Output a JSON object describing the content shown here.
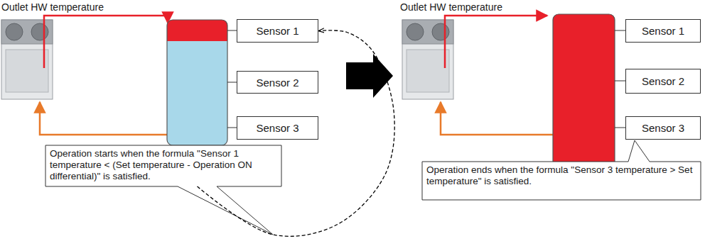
{
  "diagram": {
    "nodes": [
      {
        "text": [
          "Sensor 1"
        ]
      },
      {
        "text": [
          "Sensor 2"
        ]
      },
      {
        "text": [
          "Sensor 3"
        ]
      },
      {
        "text": [
          "Operation starts when the formula \"Sensor 1 temperature < (Set temperature - Operation ON differential)\" is satisfied."
        ]
      },
      {
        "text": [
          "Sensor 1"
        ]
      },
      {
        "text": [
          "Sensor 2"
        ]
      },
      {
        "text": [
          "Sensor 3"
        ]
      },
      {
        "text": [
          "Operation ends when the formula \"Sensor 3 temperature > Set temperature\" is satisfied."
        ]
      }
    ],
    "edges": [
      {
        "from": 3,
        "to": 0,
        "arrow": "to"
      }
    ],
    "labels": [
      "Outlet HW temperature",
      "Outlet HW temperature"
    ]
  }
}
